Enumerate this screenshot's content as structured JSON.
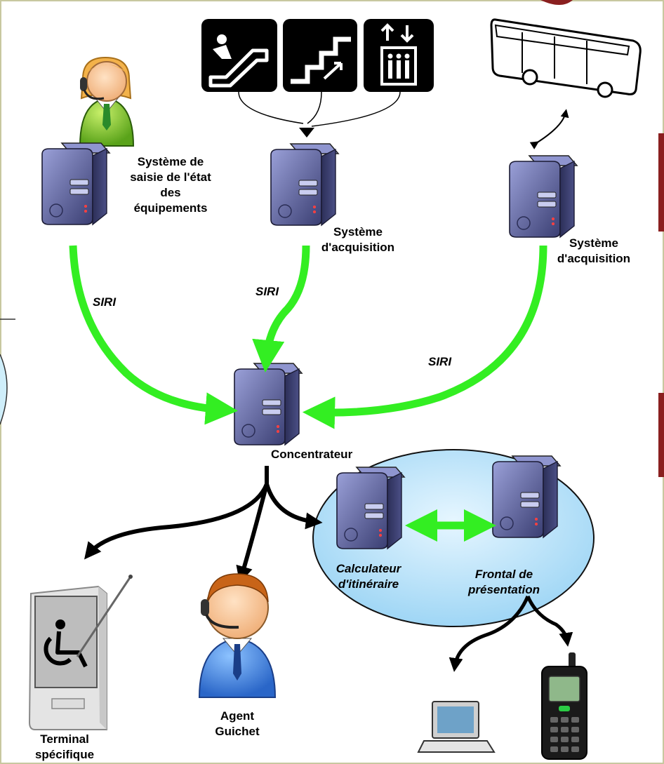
{
  "nodes": {
    "saisie": {
      "lines": [
        "Système de",
        "saisie de l'état",
        "des",
        "équipements"
      ]
    },
    "acq1": {
      "lines": [
        "Système",
        "d'acquisition"
      ]
    },
    "acq2": {
      "lines": [
        "Système",
        "d'acquisition"
      ]
    },
    "concentrateur": {
      "label": "Concentrateur"
    },
    "calculateur": {
      "lines": [
        "Calculateur",
        "d'itinéraire"
      ]
    },
    "frontal": {
      "lines": [
        "Frontal de",
        "présentation"
      ]
    },
    "terminal": {
      "lines": [
        "Terminal",
        "spécifique"
      ]
    },
    "agent": {
      "lines": [
        "Agent",
        "Guichet"
      ]
    }
  },
  "edge_labels": {
    "siri_left": "SIRI",
    "siri_mid": "SIRI",
    "siri_right": "SIRI"
  },
  "colors": {
    "siri_arrow": "#33ee22",
    "black_arrow": "#000000",
    "cloud": "#bfe6fb",
    "server": "#5a5f96",
    "tile": "#000000"
  },
  "icons": [
    "escalator-icon",
    "stairs-icon",
    "elevator-icon",
    "bus-icon",
    "server-icon",
    "operator-icon",
    "agent-icon",
    "wheelchair-terminal-icon",
    "laptop-icon",
    "mobile-phone-icon"
  ]
}
